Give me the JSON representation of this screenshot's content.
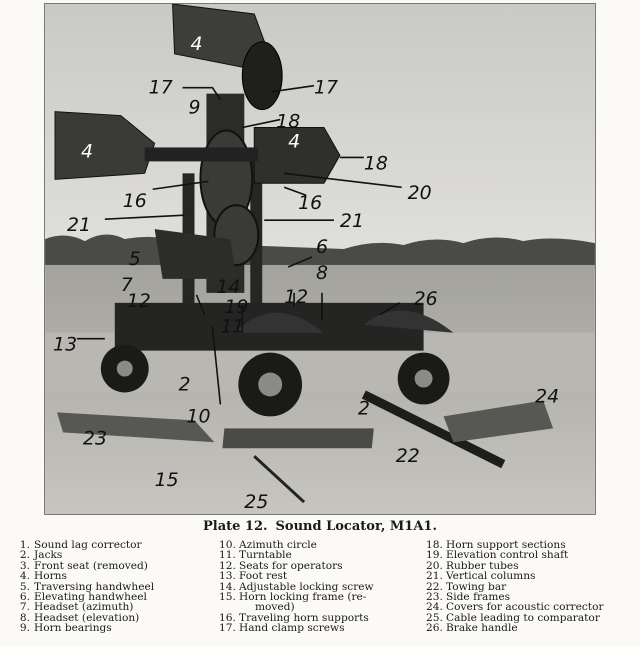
{
  "callouts": [
    "4",
    "17",
    "9",
    "17",
    "18",
    "4",
    "4",
    "18",
    "16",
    "16",
    "20",
    "21",
    "21",
    "5",
    "6",
    "7",
    "14",
    "8",
    "12",
    "19",
    "12",
    "26",
    "11",
    "13",
    "2",
    "24",
    "10",
    "2",
    "23",
    "22",
    "15",
    "25"
  ],
  "caption": {
    "plate": "Plate 12.",
    "title": "Sound Locator, M1A1."
  },
  "legend": [
    {
      "num": "1.",
      "label": "Sound lag corrector"
    },
    {
      "num": "2.",
      "label": "Jacks"
    },
    {
      "num": "3.",
      "label": "Front seat (removed)"
    },
    {
      "num": "4.",
      "label": "Horns"
    },
    {
      "num": "5.",
      "label": "Traversing handwheel"
    },
    {
      "num": "6.",
      "label": "Elevating handwheel"
    },
    {
      "num": "7.",
      "label": "Headset (azimuth)"
    },
    {
      "num": "8.",
      "label": "Headset (elevation)"
    },
    {
      "num": "9.",
      "label": "Horn bearings"
    },
    {
      "num": "10.",
      "label": "Azimuth circle"
    },
    {
      "num": "11.",
      "label": "Turntable"
    },
    {
      "num": "12.",
      "label": "Seats for operators"
    },
    {
      "num": "13.",
      "label": "Foot rest"
    },
    {
      "num": "14.",
      "label": "Adjustable locking screw"
    },
    {
      "num": "15.",
      "label": "Horn locking frame (re-",
      "cont": "moved)"
    },
    {
      "num": "16.",
      "label": "Traveling horn supports"
    },
    {
      "num": "17.",
      "label": "Hand clamp screws"
    },
    {
      "num": "18.",
      "label": "Horn support sections"
    },
    {
      "num": "19.",
      "label": "Elevation control shaft"
    },
    {
      "num": "20.",
      "label": "Rubber tubes"
    },
    {
      "num": "21.",
      "label": "Vertical columns"
    },
    {
      "num": "22.",
      "label": "Towing bar"
    },
    {
      "num": "23.",
      "label": "Side frames"
    },
    {
      "num": "24.",
      "label": "Covers for acoustic corrector"
    },
    {
      "num": "25.",
      "label": "Cable leading to comparator"
    },
    {
      "num": "26.",
      "label": "Brake handle"
    }
  ]
}
